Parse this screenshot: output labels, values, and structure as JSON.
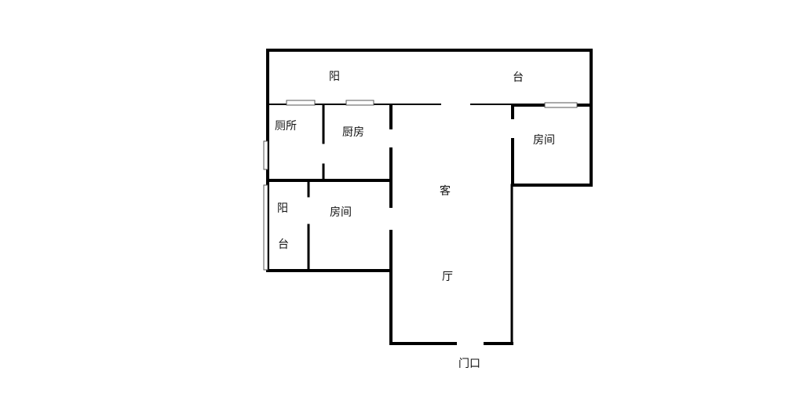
{
  "rooms": {
    "balcony_top_left": "阳",
    "balcony_top_right": "台",
    "toilet": "厕所",
    "kitchen": "厨房",
    "bedroom_right": "房间",
    "bedroom_left": "房间",
    "balcony_side_top": "阳",
    "balcony_side_bottom": "台",
    "living_top": "客",
    "living_bottom": "厅",
    "entrance": "门口"
  },
  "colors": {
    "wall": "#000000",
    "window": "#555555"
  }
}
